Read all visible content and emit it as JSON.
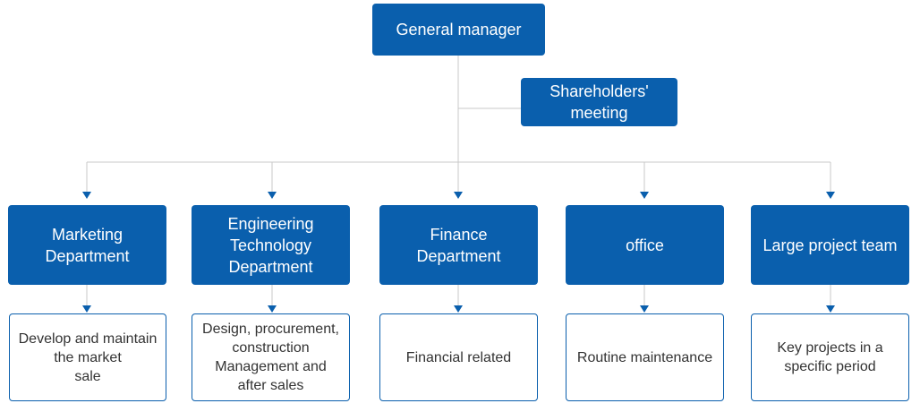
{
  "colors": {
    "box_fill": "#0a5fad",
    "line": "#c8c8c8",
    "arrow": "#0a5fad",
    "desc_text": "#333333"
  },
  "top": {
    "general_manager": "General manager",
    "shareholders": "Shareholders'\nmeeting"
  },
  "departments": [
    {
      "name": "Marketing\nDepartment",
      "description": "Develop and maintain\nthe market\nsale"
    },
    {
      "name": "Engineering\nTechnology\nDepartment",
      "description": "Design, procurement,\nconstruction\nManagement and\nafter sales"
    },
    {
      "name": "Finance\nDepartment",
      "description": "Financial related"
    },
    {
      "name": "office",
      "description": "Routine maintenance"
    },
    {
      "name": "Large project team",
      "description": "Key projects in a\nspecific period"
    }
  ]
}
